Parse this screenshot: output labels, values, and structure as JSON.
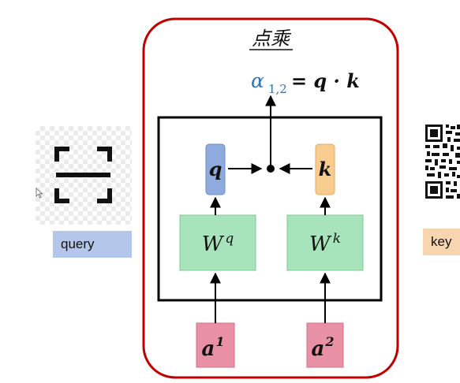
{
  "title": "点乘",
  "formula": {
    "alpha": "α",
    "subscript": "1,2",
    "rhs": "= q · k"
  },
  "vectors": {
    "q": "q",
    "k": "k",
    "dot": "•"
  },
  "weights": {
    "wq": {
      "base": "W",
      "sup": "q"
    },
    "wk": {
      "base": "W",
      "sup": "k"
    }
  },
  "inputs": {
    "a1": {
      "base": "a",
      "sup": "1"
    },
    "a2": {
      "base": "a",
      "sup": "2"
    }
  },
  "labels": {
    "query": "query",
    "key": "key"
  },
  "colors": {
    "frame": "#c00000",
    "q_fill": "#8faadc",
    "k_fill": "#f8cb8f",
    "w_fill": "#a8e4bb",
    "a_fill": "#e891a5",
    "alpha_blue": "#2e75b6",
    "query_chip": "#b4c7ea",
    "key_chip": "#f8d5b1"
  },
  "icons": {
    "scan": "scan-frame-icon",
    "qr": "qr-code-icon",
    "cursor": "mouse-cursor-icon"
  }
}
